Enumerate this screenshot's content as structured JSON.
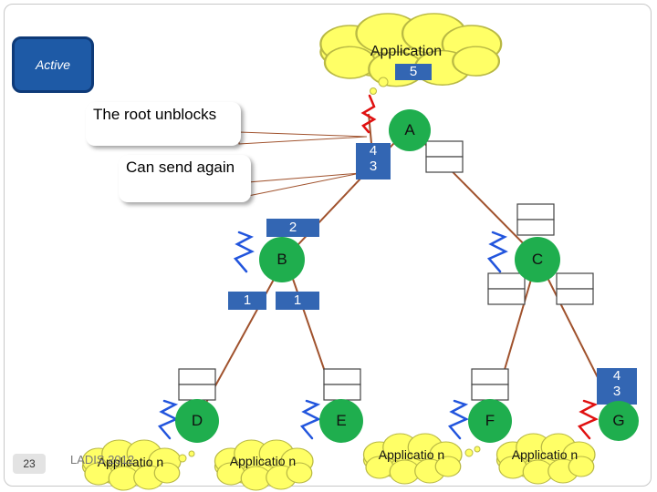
{
  "status_box": {
    "label": "Active"
  },
  "top_cloud": {
    "label": "Application",
    "count": "5"
  },
  "callouts": {
    "root_unblocks": "The root unblocks",
    "can_send_again": "Can send again"
  },
  "nodes": {
    "A": "A",
    "B": "B",
    "C": "C",
    "D": "D",
    "E": "E",
    "F": "F",
    "G": "G"
  },
  "credits": {
    "a_out": [
      "4",
      "3"
    ],
    "b_top": "2",
    "b_left": "1",
    "b_right": "1",
    "g_top": [
      "4",
      "3"
    ]
  },
  "app_clouds": [
    "Applicatio n",
    "Applicatio n",
    "Applicatio n",
    "Applicatio n"
  ],
  "footer": {
    "text": "LADIS 2012",
    "slide_number": "23"
  },
  "colors": {
    "node": "#1fae4e",
    "badge": "#3366b3",
    "edge": "#a0522d",
    "cloud": "#ffff66",
    "spring_blue": "#2255dd",
    "spring_red": "#e01010"
  }
}
